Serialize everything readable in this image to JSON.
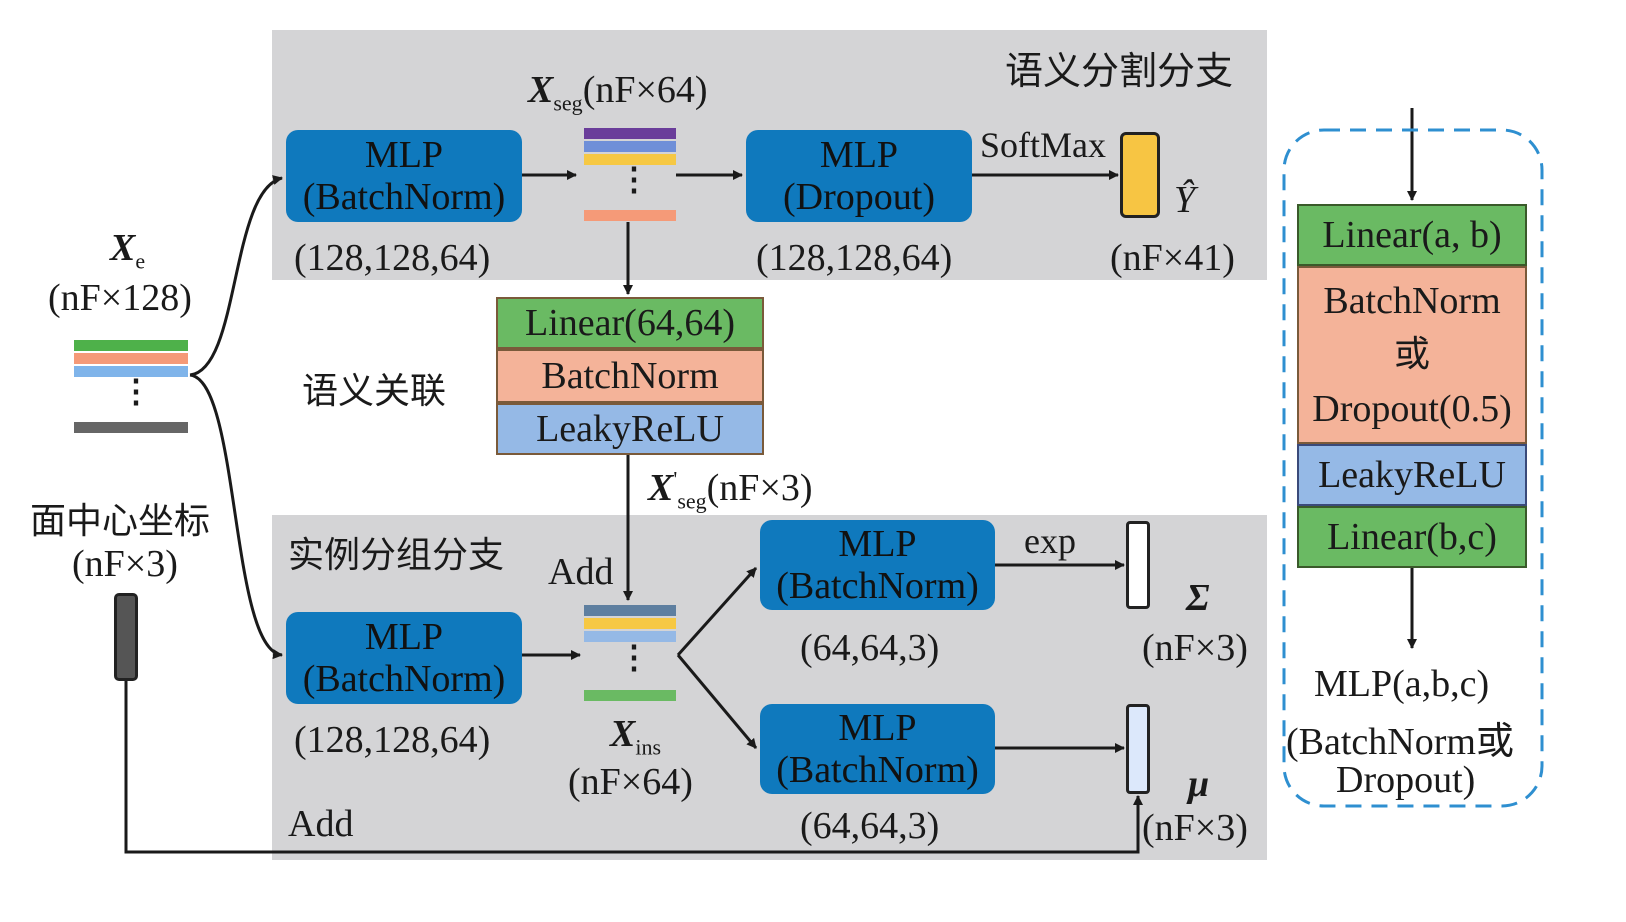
{
  "top_branch": {
    "title": "语义分割分支",
    "xseg_label": "seg",
    "xseg_dims": "(nF×64)",
    "mlp1_line1": "MLP",
    "mlp1_line2": "(BatchNorm)",
    "mlp1_dims": "(128,128,64)",
    "mlp2_line1": "MLP",
    "mlp2_line2": "(Dropout)",
    "mlp2_dims": "(128,128,64)",
    "softmax": "SoftMax",
    "yhat": "Ŷ",
    "out_dims": "(nF×41)"
  },
  "input": {
    "xe_sub": "e",
    "xe_dims": "(nF×128)",
    "center_label": "面中心坐标",
    "center_dims": "(nF×3)"
  },
  "association": {
    "label": "语义关联",
    "linear": "Linear(64,64)",
    "batchnorm": "BatchNorm",
    "leaky": "LeakyReLU",
    "xseg_prime_sub": "seg",
    "xseg_prime_dims": "(nF×3)"
  },
  "bottom_branch": {
    "title": "实例分组分支",
    "add_top": "Add",
    "add_bottom": "Add",
    "mlp1_line1": "MLP",
    "mlp1_line2": "(BatchNorm)",
    "mlp1_dims": "(128,128,64)",
    "xins_sub": "ins",
    "xins_dims": "(nF×64)",
    "mlp2_line1": "MLP",
    "mlp2_line2": "(BatchNorm)",
    "mlp2_dims": "(64,64,3)",
    "mlp3_line1": "MLP",
    "mlp3_line2": "(BatchNorm)",
    "mlp3_dims": "(64,64,3)",
    "exp": "exp",
    "sigma": "Σ",
    "sigma_dims": "(nF×3)",
    "mu": "μ",
    "mu_dims": "(nF×3)"
  },
  "legend": {
    "linear_ab": "Linear(a, b)",
    "bn_or_1": "BatchNorm",
    "bn_or_2": "或",
    "bn_or_3": "Dropout(0.5)",
    "leaky": "LeakyReLU",
    "linear_bc": "Linear(b,c)",
    "caption1": "MLP(a,b,c)",
    "caption2": "(BatchNorm或",
    "caption3": "Dropout)"
  },
  "colors": {
    "panel": "#d4d4d6",
    "mlp": "#0f79bd",
    "linear": "#6aba63",
    "batchnorm": "#f4b399",
    "leaky": "#95b9e6",
    "yhat": "#f7c543",
    "dashed": "#2e8fd0"
  }
}
